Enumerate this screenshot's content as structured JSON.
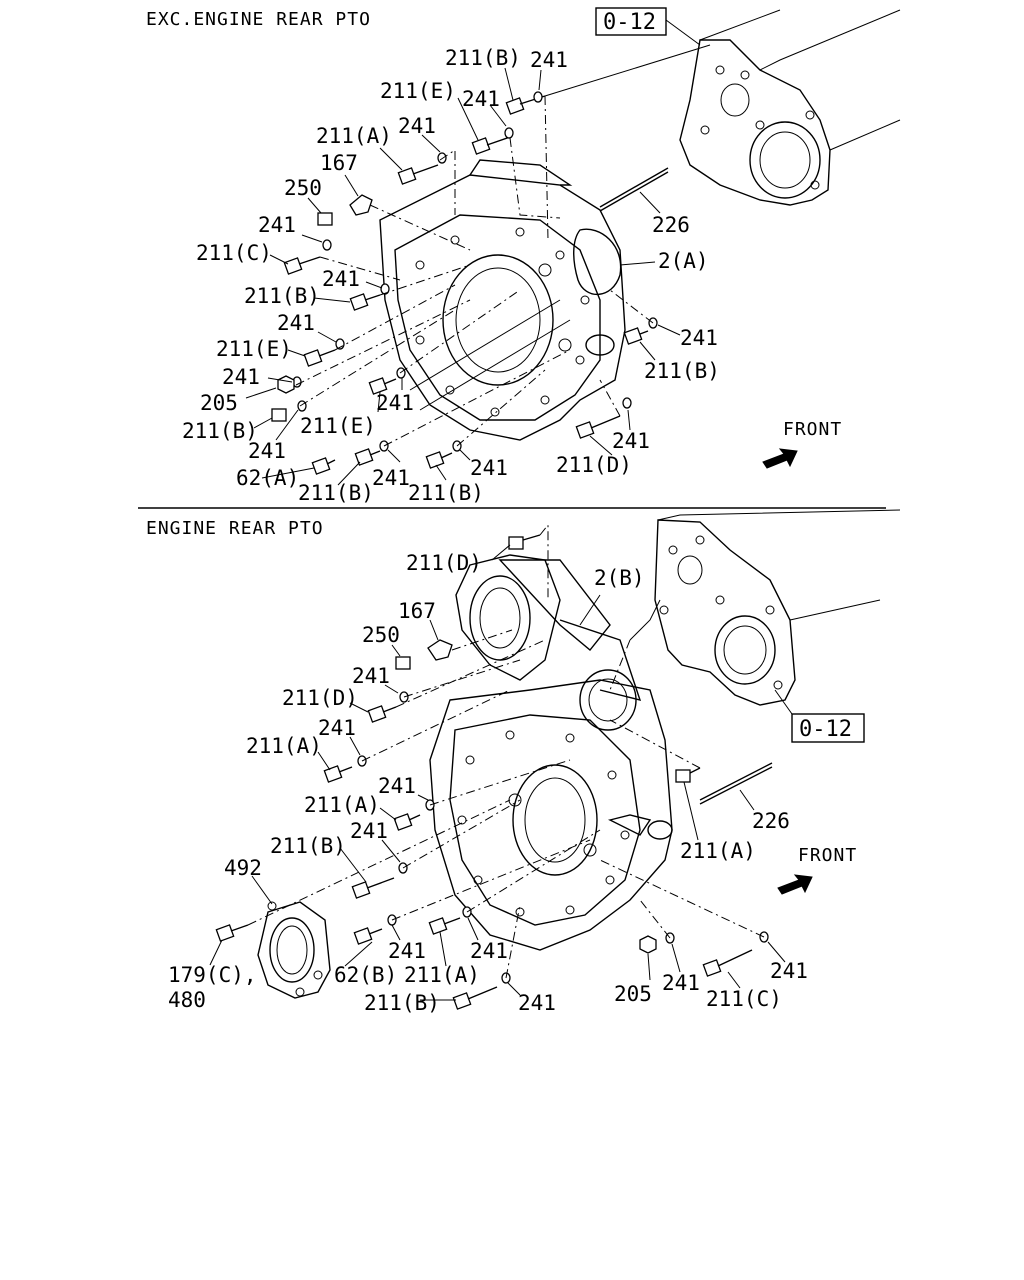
{
  "top_section": {
    "title": "EXC.ENGINE REAR PTO",
    "ref_box": "0-12",
    "front_label": "FRONT",
    "callouts": {
      "c1": "211(B)",
      "c2": "241",
      "c3": "211(E)",
      "c4": "241",
      "c5": "211(A)",
      "c6": "241",
      "c7": "167",
      "c8": "250",
      "c9": "241",
      "c10": "211(C)",
      "c11": "241",
      "c12": "211(B)",
      "c13": "241",
      "c14": "211(E)",
      "c15": "241",
      "c16": "205",
      "c17": "211(B)",
      "c18": "241",
      "c19": "62(A)",
      "c20": "211(B)",
      "c21": "241",
      "c22": "211(B)",
      "c23": "241",
      "c24": "211(E)",
      "c25": "241",
      "c26": "211(D)",
      "c27": "241",
      "c28": "241",
      "c29": "211(B)",
      "c30": "2(A)",
      "c31": "226"
    }
  },
  "bottom_section": {
    "title": "ENGINE REAR PTO",
    "ref_box": "0-12",
    "front_label": "FRONT",
    "callouts": {
      "d1": "211(D)",
      "d2": "2(B)",
      "d3": "167",
      "d4": "250",
      "d5": "241",
      "d6": "211(D)",
      "d7": "241",
      "d8": "211(A)",
      "d9": "241",
      "d10": "211(A)",
      "d11": "211(B)",
      "d12": "241",
      "d13": "492",
      "d14": "179(C),",
      "d15": "480",
      "d16": "62(B)",
      "d17": "241",
      "d18": "211(A)",
      "d19": "241",
      "d20": "211(B)",
      "d21": "241",
      "d22": "226",
      "d23": "211(A)",
      "d24": "205",
      "d25": "241",
      "d26": "211(C)",
      "d27": "241"
    }
  }
}
